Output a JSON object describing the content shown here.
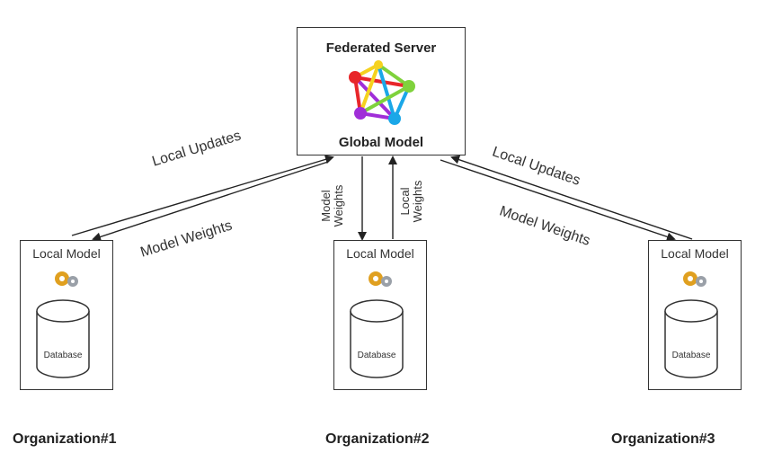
{
  "server": {
    "title": "Federated Server",
    "subtitle": "Global Model",
    "icon": "graph-network-icon"
  },
  "organizations": [
    {
      "name": "Organization#1",
      "model_label": "Local Model",
      "db_label": "Database",
      "icon": "gears-icon"
    },
    {
      "name": "Organization#2",
      "model_label": "Local Model",
      "db_label": "Database",
      "icon": "gears-icon"
    },
    {
      "name": "Organization#3",
      "model_label": "Local Model",
      "db_label": "Database",
      "icon": "gears-icon"
    }
  ],
  "edges": {
    "left_up": "Local Updates",
    "left_down": "Model Weights",
    "right_up": "Local Updates",
    "right_down": "Model Weights",
    "center_down_line1": "Model",
    "center_down_line2": "Weights",
    "center_up_line1": "Local",
    "center_up_line2": "Weights"
  },
  "colors": {
    "red": "#e8262a",
    "yellow": "#f5d21e",
    "green": "#7fd23c",
    "blue": "#1aa7e8",
    "purple": "#a02ed8",
    "gear_orange": "#e0a020",
    "gear_gray": "#9aa0a8"
  }
}
